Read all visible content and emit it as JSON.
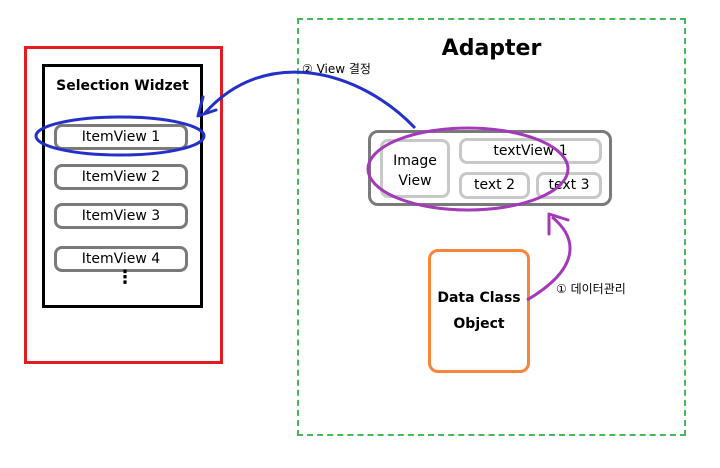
{
  "selection_widget": {
    "title": "Selection Widzet",
    "items": [
      "ItemView 1",
      "ItemView 2",
      "ItemView 3",
      "ItemView 4"
    ],
    "more": "⋮"
  },
  "adapter": {
    "title": "Adapter",
    "image_view": [
      "Image",
      "View"
    ],
    "text_view_1": "textView 1",
    "text_2": "text 2",
    "text_3": "text 3"
  },
  "data_class": [
    "Data Class",
    "Object"
  ],
  "labels": {
    "view_decision": "② View 결정",
    "data_management": "① 데이터관리"
  },
  "colors": {
    "widget_frame": "#e31b23",
    "adapter_frame": "#49b85b",
    "data_class_frame": "#f7863a",
    "view_arrow": "#2431c9",
    "data_arrow": "#a23ab9",
    "item_border": "#7a7a7a"
  }
}
